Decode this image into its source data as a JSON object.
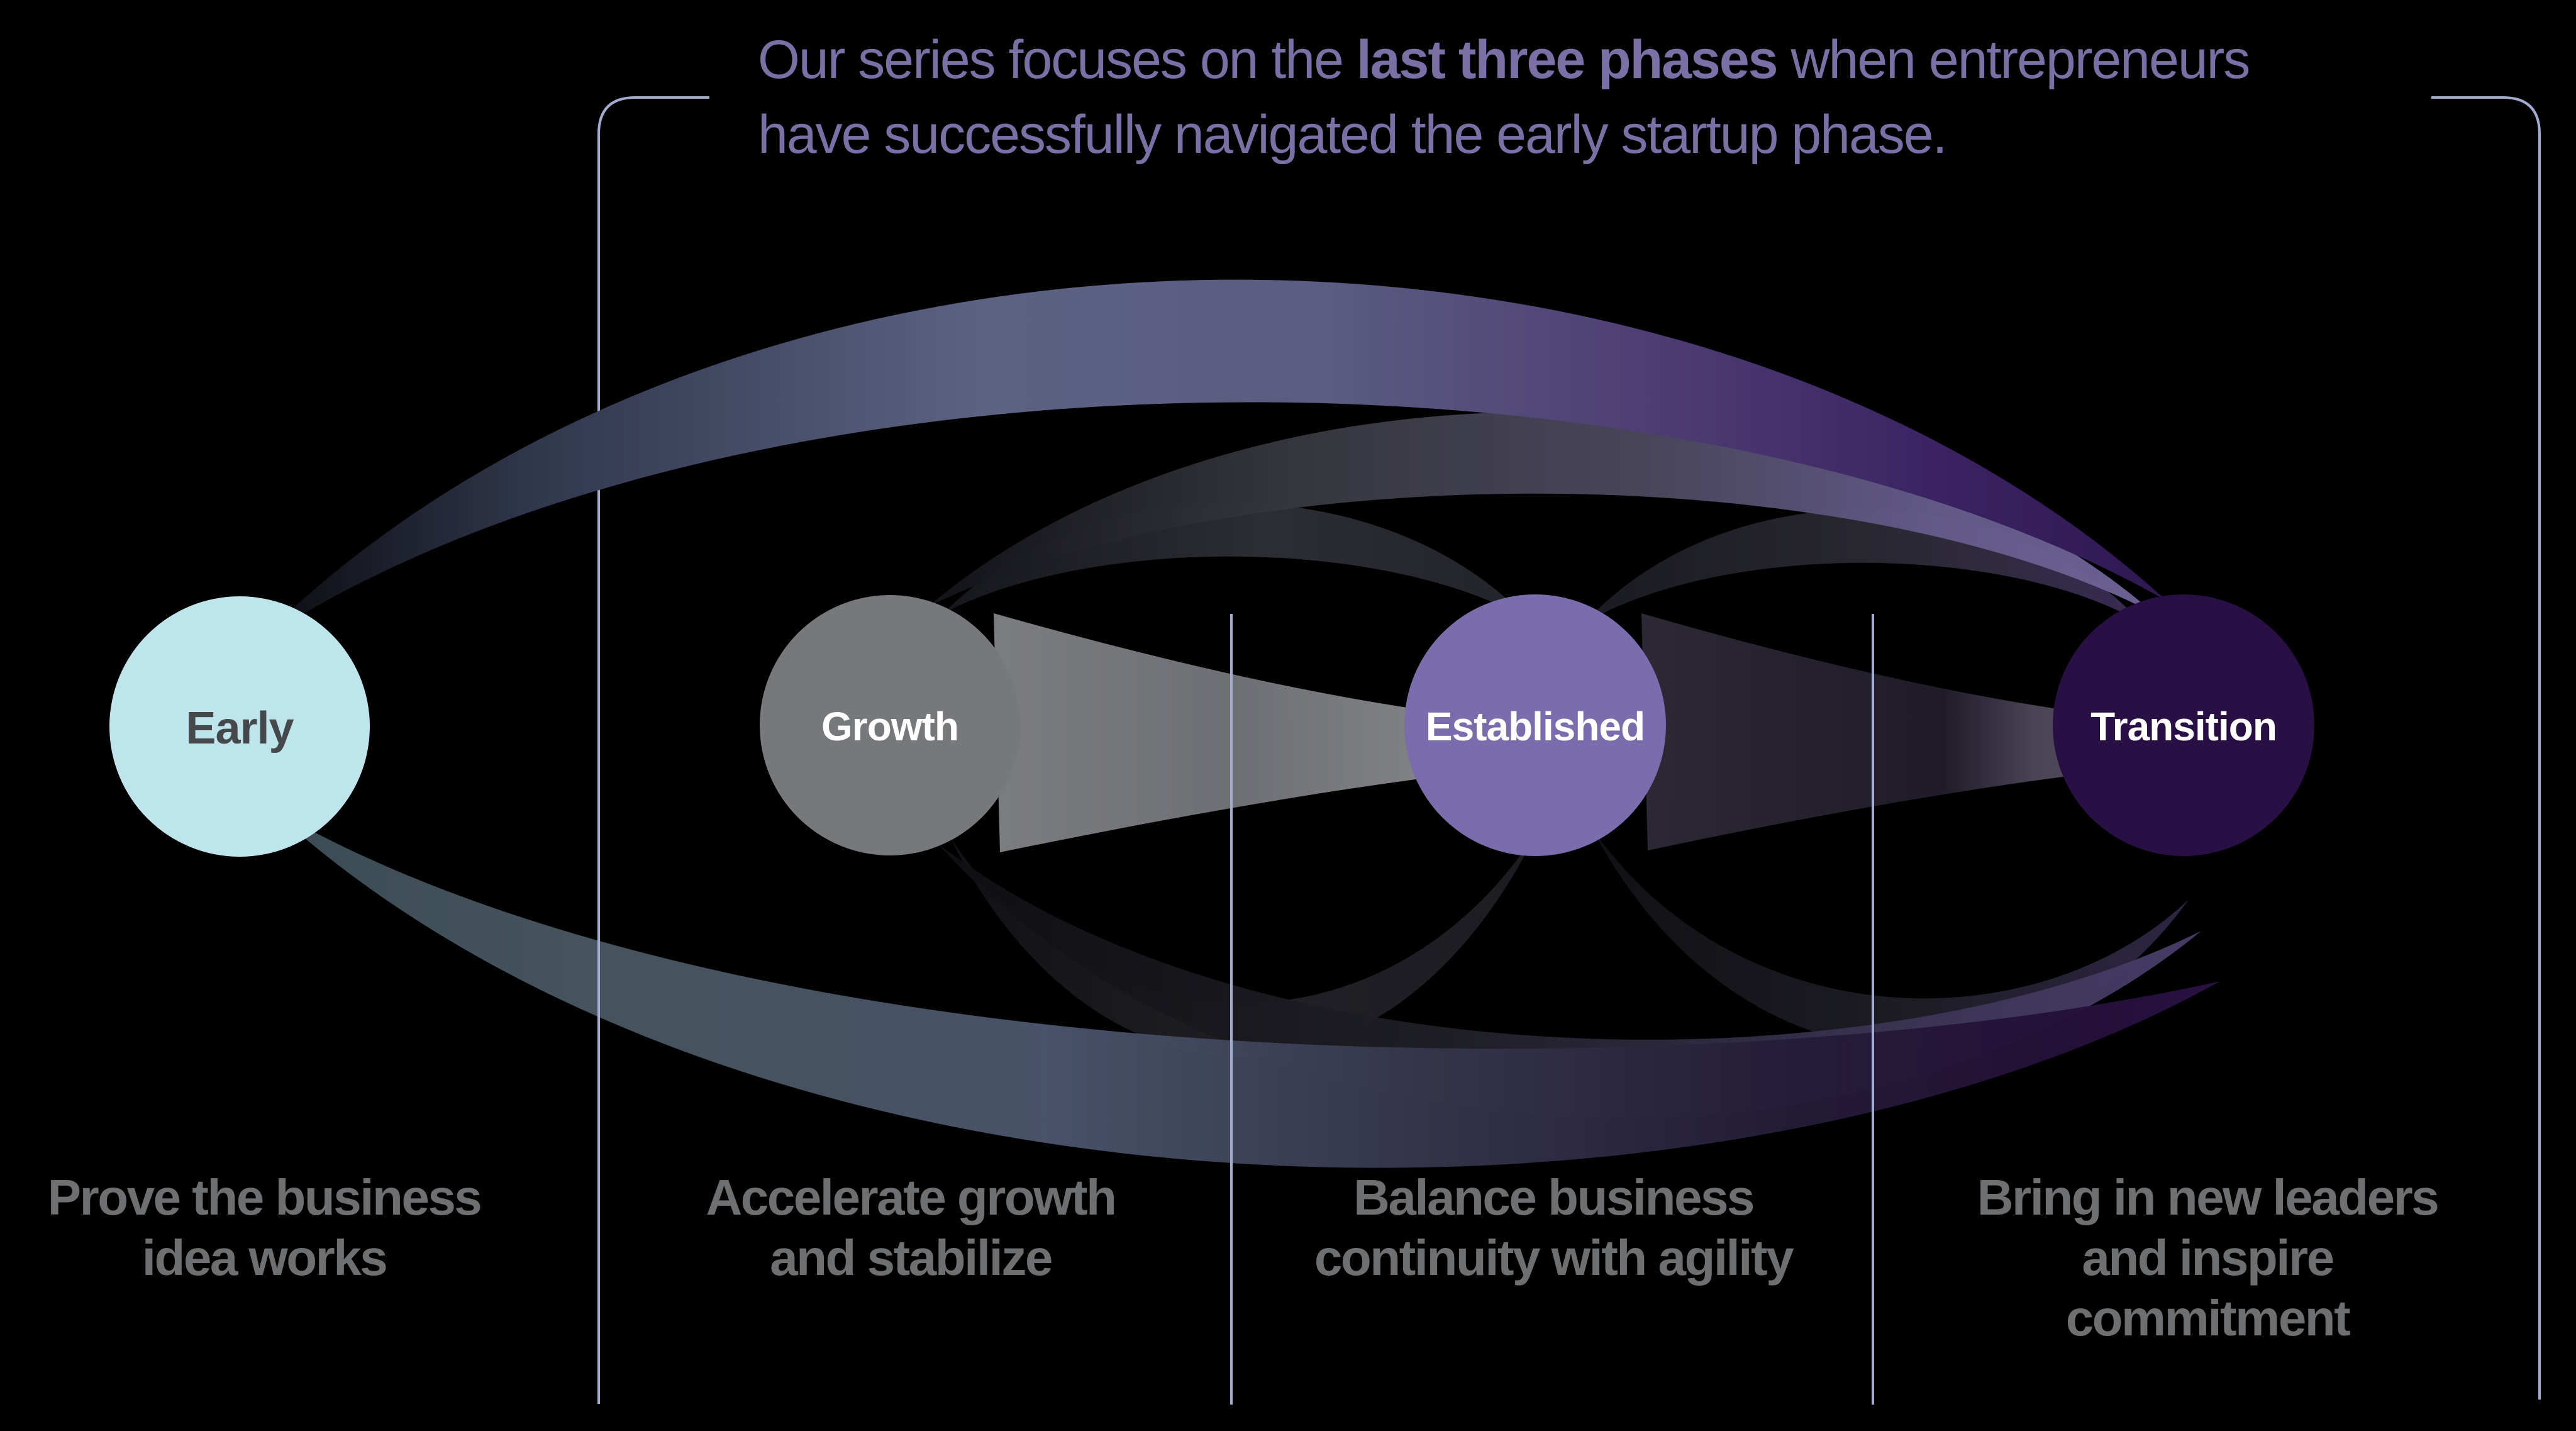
{
  "background": "#000000",
  "frame": {
    "line_color": "#a3acd0"
  },
  "title": {
    "color": "#7a70a5",
    "line1_pre": "Our series focuses on the ",
    "line1_bold": "last three phases",
    "line1_post": " when entrepreneurs",
    "line2": "have successfully navigated the early startup phase."
  },
  "phases": [
    {
      "label": "Early",
      "fill": "#bfe5ec",
      "label_color": "#46494c",
      "desc_lines": [
        "Prove the business",
        "idea works"
      ]
    },
    {
      "label": "Growth",
      "fill": "#77787b",
      "label_color": "#ffffff",
      "desc_lines": [
        "Accelerate growth",
        "and stabilize"
      ]
    },
    {
      "label": "Established",
      "fill": "#7b6dad",
      "label_color": "#ffffff",
      "desc_lines": [
        "Balance business",
        "continuity with agility"
      ]
    },
    {
      "label": "Transition",
      "fill": "#280f44",
      "label_color": "#ffffff",
      "desc_lines": [
        "Bring in new leaders",
        "and inspire",
        "commitment"
      ]
    }
  ],
  "descriptions_color": "#6e6f71",
  "swoosh_colors": {
    "slate_blue": "#5d6283",
    "teal": "#46565f",
    "purple": "#4e3e73",
    "dark_purple": "#2d1750",
    "light_purple": "#6e6496",
    "beam_gray": "#7c7d81"
  }
}
